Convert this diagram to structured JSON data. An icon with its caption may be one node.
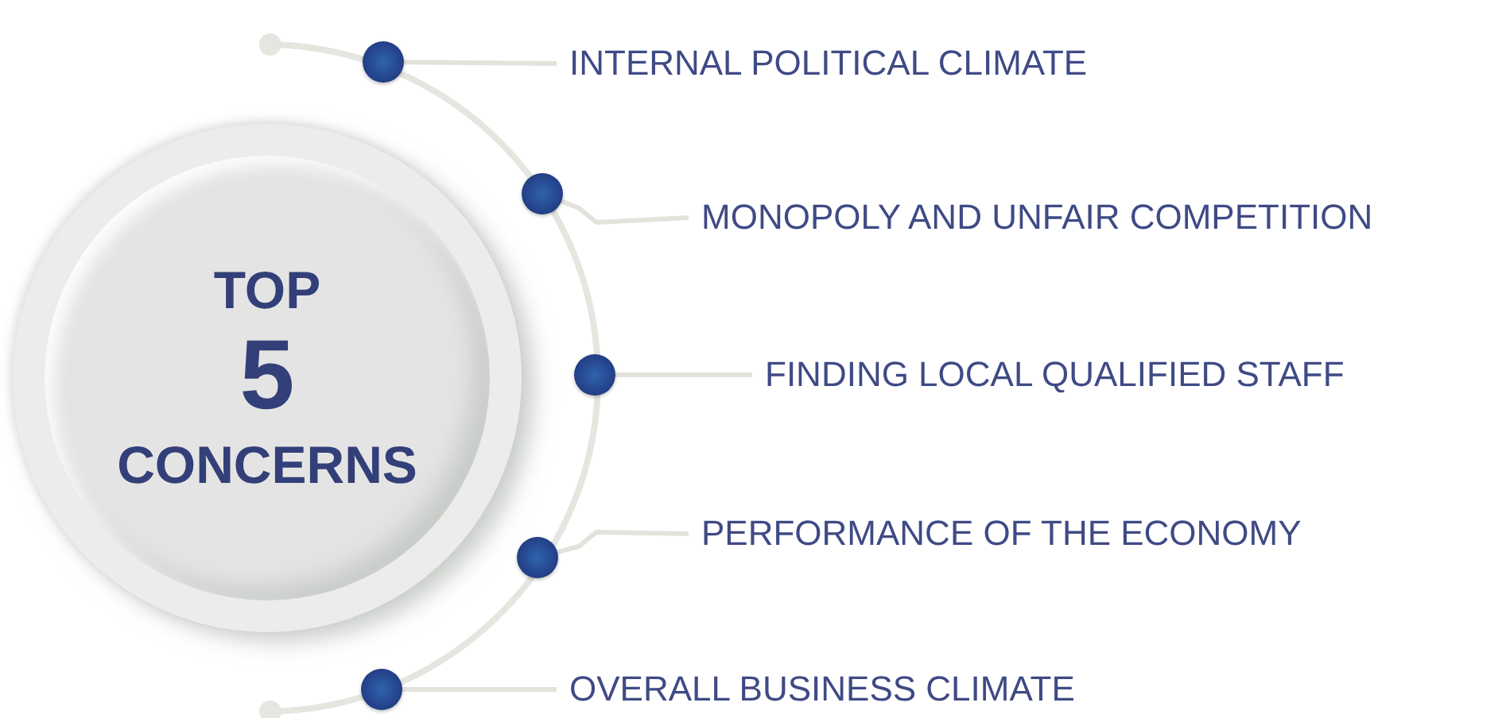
{
  "diagram": {
    "nodes": [
      {
        "text": [
          "TOP",
          "5",
          "CONCERNS"
        ]
      },
      {
        "text": [],
        "shape": "circle"
      },
      {
        "text": [],
        "shape": "circle"
      },
      {
        "text": [],
        "shape": "circle"
      },
      {
        "text": [],
        "shape": "circle"
      },
      {
        "text": [],
        "shape": "circle"
      },
      {
        "text": [
          "INTERNAL POLITICAL CLIMATE"
        ]
      },
      {
        "text": [
          "MONOPOLY AND UNFAIR COMPETITION"
        ]
      },
      {
        "text": [
          "FINDING LOCAL QUALIFIED STAFF"
        ]
      },
      {
        "text": [
          "PERFORMANCE OF THE ECONOMY"
        ]
      },
      {
        "text": [
          "OVERALL BUSINESS CLIMATE"
        ]
      }
    ],
    "edges": [
      {
        "from": 6,
        "to": 1,
        "arrow": "none"
      },
      {
        "from": 7,
        "to": 2,
        "arrow": "none"
      },
      {
        "from": 8,
        "to": 3,
        "arrow": "none"
      },
      {
        "from": 9,
        "to": 4,
        "arrow": "none"
      },
      {
        "from": 10,
        "to": 5,
        "arrow": "none"
      }
    ]
  }
}
